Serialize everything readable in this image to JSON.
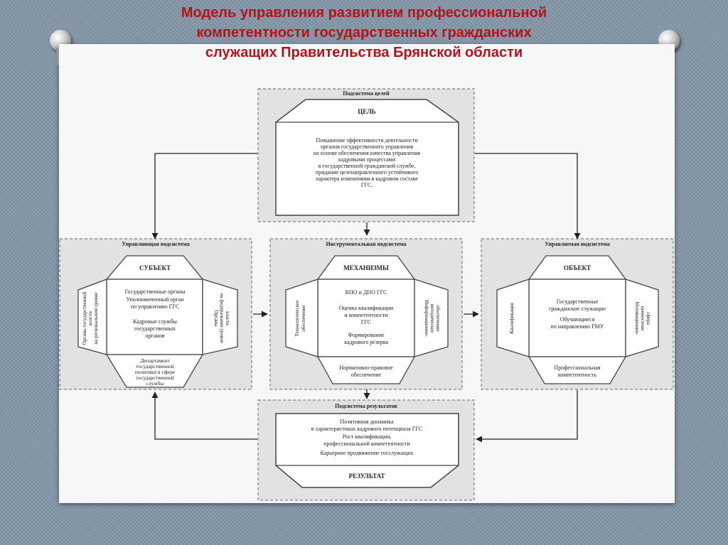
{
  "slide_title": [
    "Модель управления развитием профессиональной",
    "компетентности государственных гражданских",
    "служащих Правительства Брянской области"
  ],
  "goals": {
    "header": "Подсистема целей",
    "tag": "ЦЕЛЬ",
    "text": [
      "Повышение эффективности деятельности",
      "органов государственного управления",
      "на основе обеспечения  качества управления",
      "кадровыми процессами",
      "в государственной гражданской службе,",
      "придание целенаправленного устойчивого",
      "характера изменениям в кадровом составе",
      "ГГС."
    ]
  },
  "managing": {
    "header": "Управляющая подсистема",
    "tag": "СУБЪЕКТ",
    "center": [
      "Государственные органы",
      "Уполномоченный орган",
      "по управлению ГГС",
      "",
      "Кадровые службы",
      "государственных",
      "органов"
    ],
    "bottom": [
      "Департамент",
      "государственной",
      "политики в сфере",
      "государственной",
      "службы"
    ],
    "left": [
      "Органы государственной",
      "власти",
      "на региональном уровне"
    ],
    "right": [
      "Органы",
      "на федеральном уровне",
      "власти"
    ]
  },
  "instrumental": {
    "header": "Инструментальная подсистема",
    "tag": "МЕХАНИЗМЫ",
    "center": [
      "ВПО и ДПО ГГС",
      "",
      "Оценка квалификации",
      "и компетентности",
      "ГГС",
      "",
      "Формирование",
      "кадрового резерва"
    ],
    "bottom": [
      "Нормативно-правовое",
      "обеспечение"
    ],
    "left": [
      "Технологическое",
      "обеспечение"
    ],
    "right": [
      "Информационно-",
      "методическое",
      "обеспечение"
    ]
  },
  "managed": {
    "header": "Управляемая подсистема",
    "tag": "ОБЪЕКТ",
    "center": [
      "Государственные",
      "гражданские служащие",
      "",
      "Обучающиеся",
      "по направлению ГМУ"
    ],
    "bottom": [
      "Профессиональная",
      "компетентность"
    ],
    "left": [
      "Квалификация"
    ],
    "right": [
      "Мотивационно-",
      "ценностная",
      "сфера"
    ]
  },
  "results": {
    "header": "Подсистема результатов",
    "text": [
      "Позитивная динамика",
      "в характеристиках кадрового потенциала ГГС",
      "Рост квалификации,",
      "профессиональной компетентности",
      "",
      "Карьерное продвижение госслужащих"
    ],
    "tag": "РЕЗУЛЬТАТ"
  },
  "colors": {
    "title": "#b3141c",
    "panel": "#e2e2e2",
    "background": "#8496a8"
  }
}
